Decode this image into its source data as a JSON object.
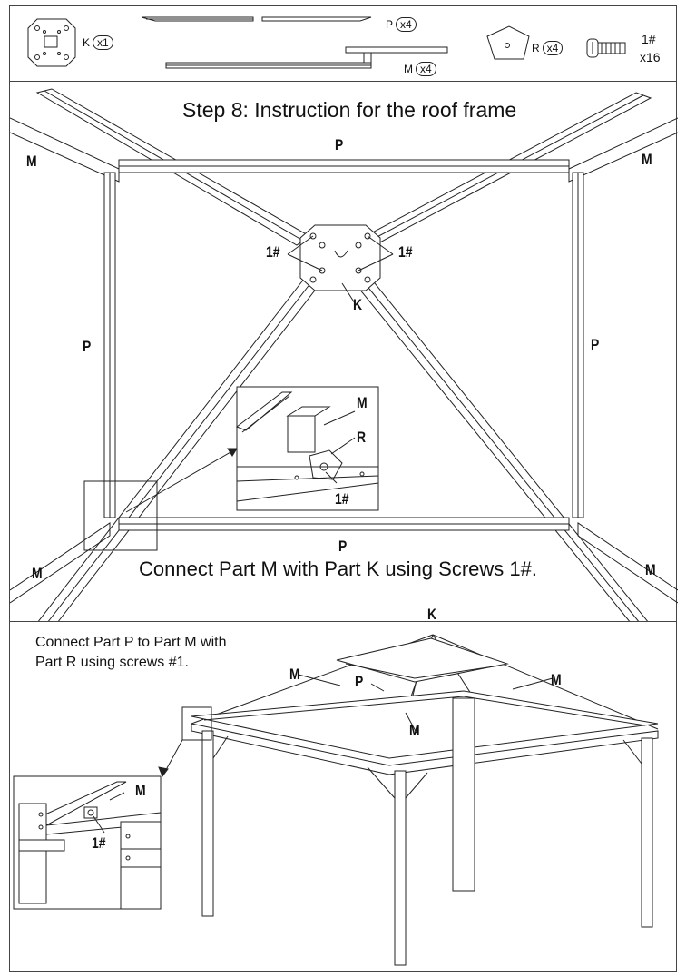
{
  "parts": {
    "k": {
      "letter": "K",
      "qty": "x1"
    },
    "p": {
      "letter": "P",
      "qty": "x4"
    },
    "m": {
      "letter": "M",
      "qty": "x4"
    },
    "r": {
      "letter": "R",
      "qty": "x4"
    },
    "screw": {
      "name": "1#",
      "qty": "x16"
    }
  },
  "step": {
    "title": "Step 8: Instruction for the roof frame",
    "caption": "Connect Part M with Part K using Screws 1#.",
    "labels": {
      "m": "M",
      "p": "P",
      "k": "K",
      "r": "R",
      "screw": "1#"
    }
  },
  "assembly": {
    "instruction_line1": "Connect Part P to Part M with",
    "instruction_line2": "Part R using screws #1.",
    "labels": {
      "k": "K",
      "m": "M",
      "p": "P",
      "screw": "1#"
    }
  }
}
